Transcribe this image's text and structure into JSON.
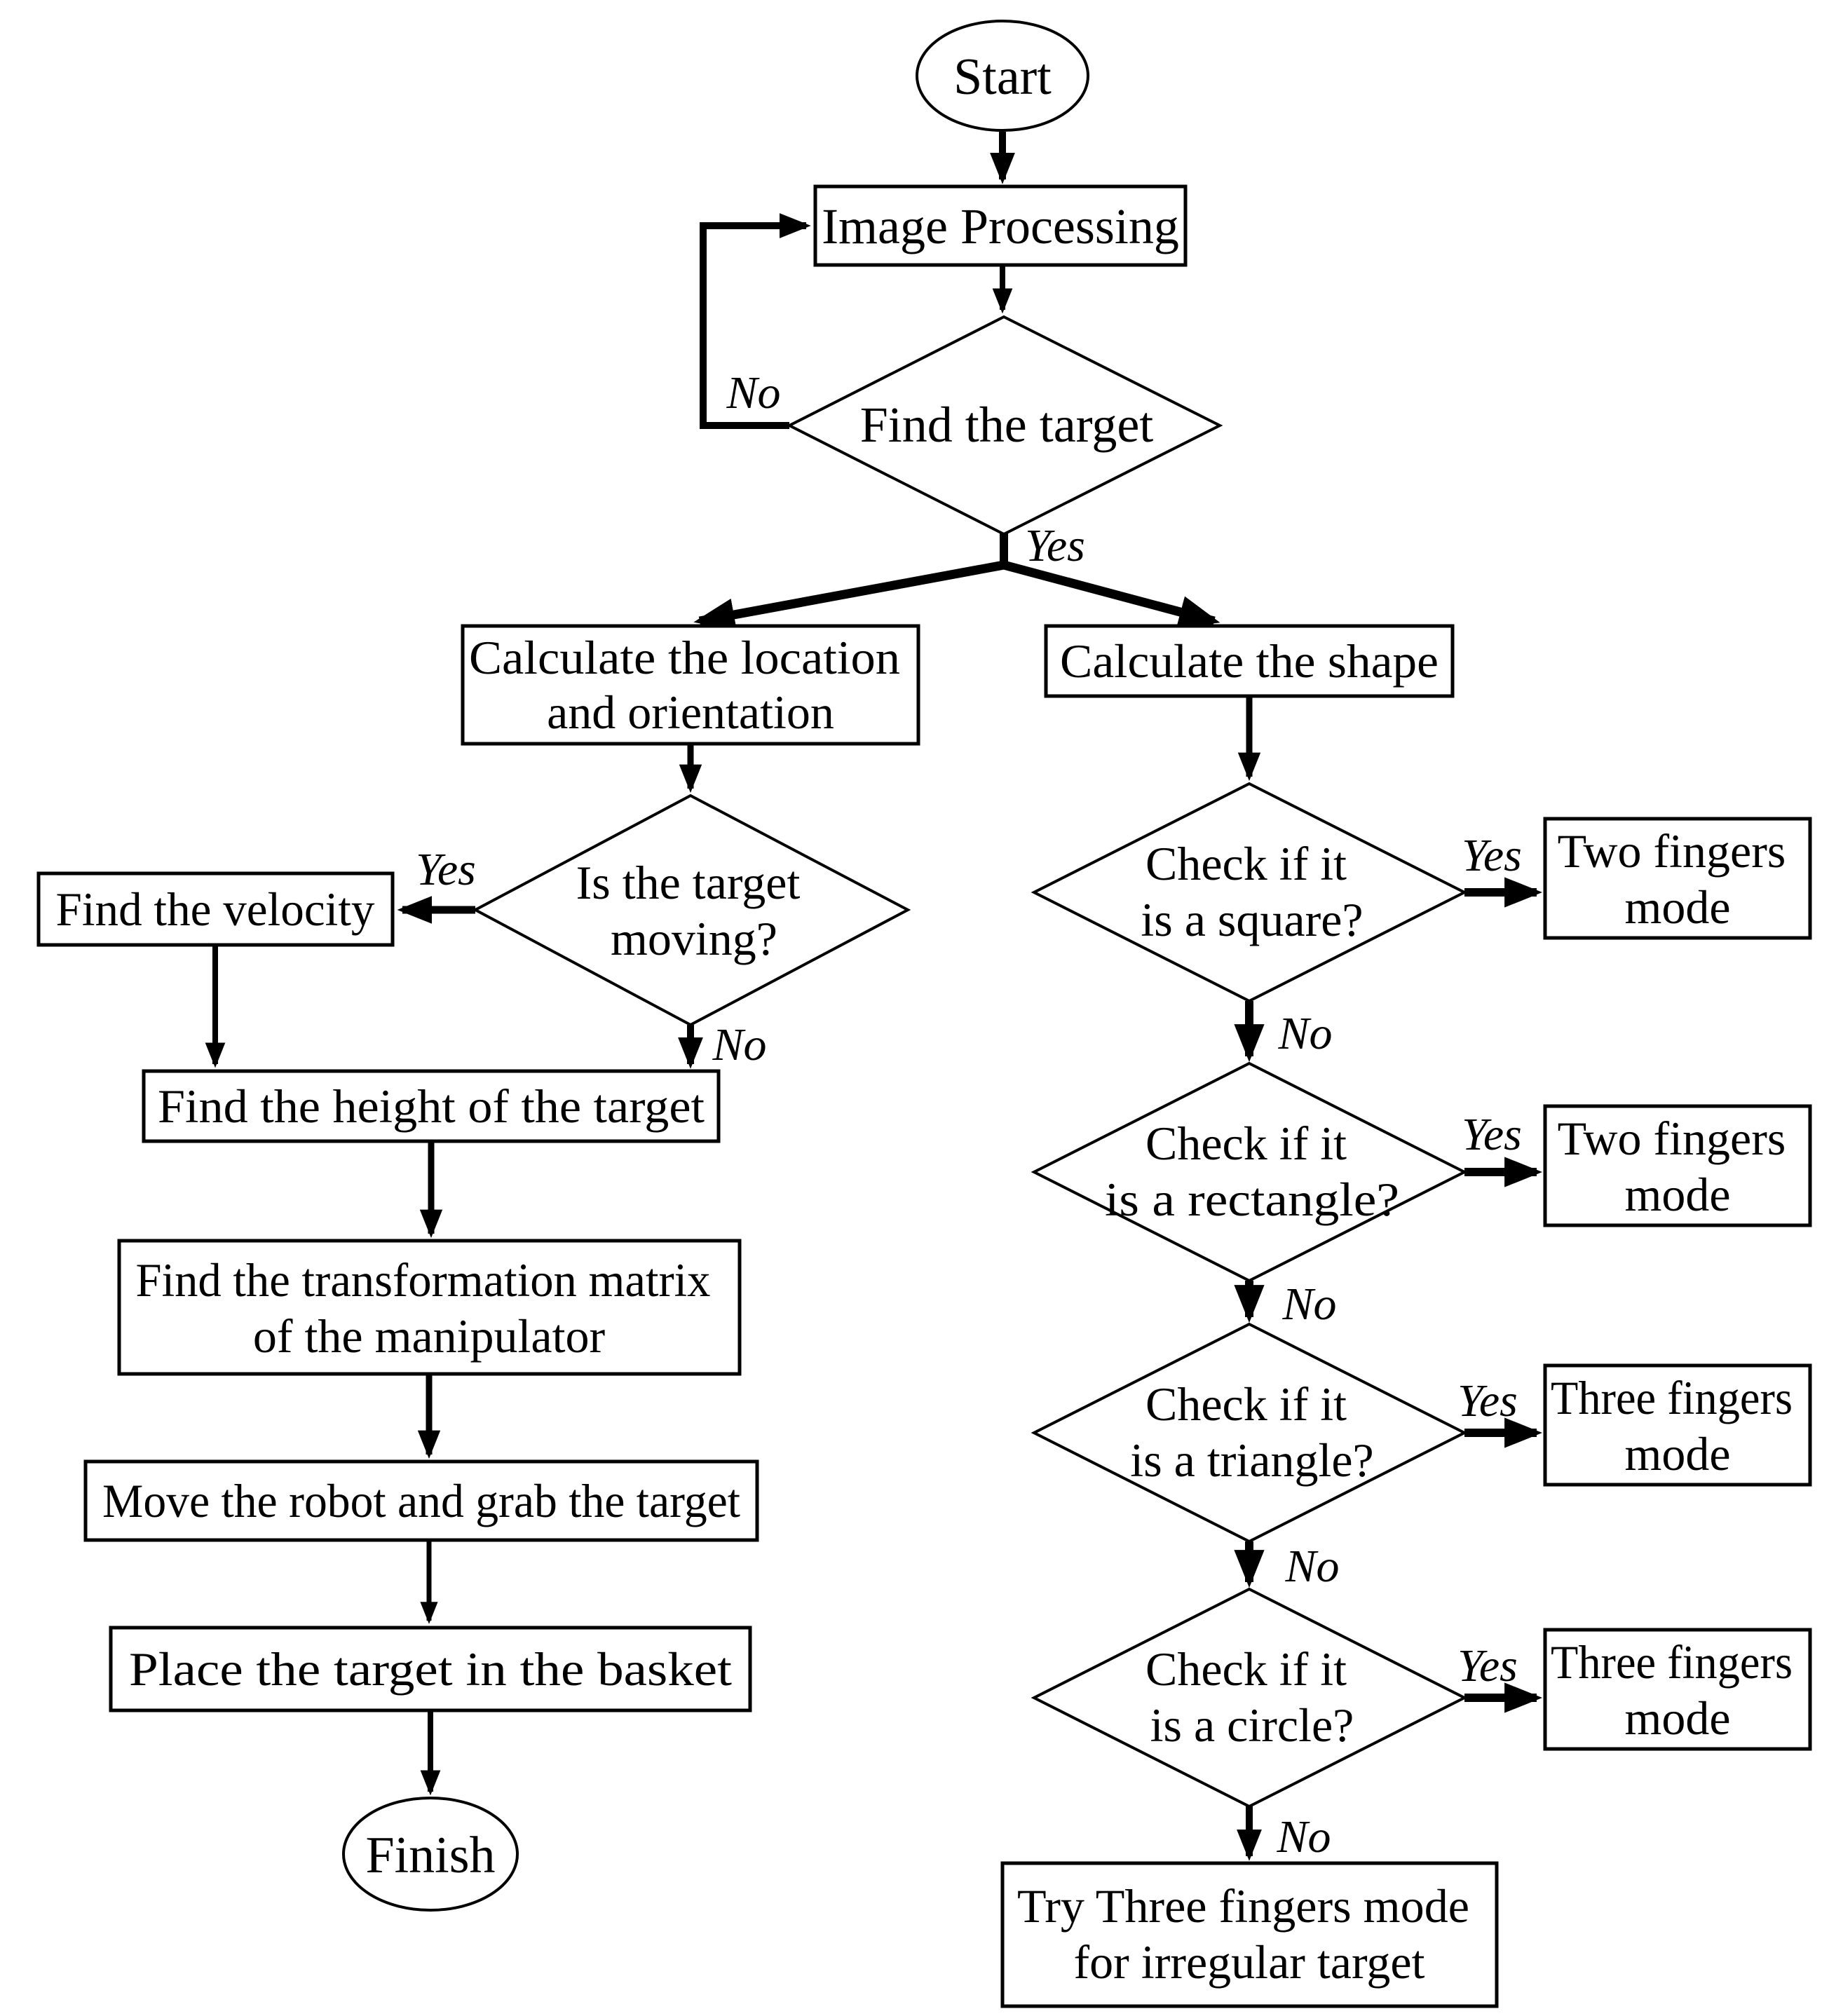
{
  "diagram": {
    "type": "flowchart",
    "colors": {
      "ink": "#000000",
      "background": "#ffffff"
    },
    "nodes": {
      "start": {
        "label": "Start"
      },
      "image_processing": {
        "label": "Image Processing"
      },
      "find_target": {
        "label": "Find the target"
      },
      "calc_location": {
        "line1": "Calculate the location",
        "line2": "and orientation"
      },
      "calc_shape": {
        "label": "Calculate the shape"
      },
      "is_moving": {
        "line1": "Is the target",
        "line2": "moving?"
      },
      "find_velocity": {
        "label": "Find the velocity"
      },
      "find_height": {
        "label": "Find the height of the target"
      },
      "transform_matrix": {
        "line1": "Find the transformation matrix",
        "line2": "of the manipulator"
      },
      "move_robot": {
        "label": "Move the robot and grab the target"
      },
      "place_target": {
        "label": "Place the target in the basket"
      },
      "finish": {
        "label": "Finish"
      },
      "check_square": {
        "line1": "Check if it",
        "line2": "is a square?"
      },
      "check_rectangle": {
        "line1": "Check if it",
        "line2": "is a rectangle?"
      },
      "check_triangle": {
        "line1": "Check if it",
        "line2": "is a triangle?"
      },
      "check_circle": {
        "line1": "Check if it",
        "line2": "is a circle?"
      },
      "two_fingers_square": {
        "line1": "Two fingers",
        "line2": "mode"
      },
      "two_fingers_rectangle": {
        "line1": "Two fingers",
        "line2": "mode"
      },
      "three_fingers_triangle": {
        "line1": "Three fingers",
        "line2": "mode"
      },
      "three_fingers_circle": {
        "line1": "Three fingers",
        "line2": "mode"
      },
      "try_three_fingers": {
        "line1": "Try Three fingers mode",
        "line2": "for irregular target"
      }
    },
    "edge_labels": {
      "find_target_no": "No",
      "find_target_yes": "Yes",
      "is_moving_yes": "Yes",
      "is_moving_no": "No",
      "square_yes": "Yes",
      "square_no": "No",
      "rectangle_yes": "Yes",
      "rectangle_no": "No",
      "triangle_yes": "Yes",
      "triangle_no": "No",
      "circle_yes": "Yes",
      "circle_no": "No"
    }
  }
}
